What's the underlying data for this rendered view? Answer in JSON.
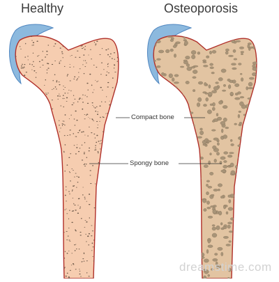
{
  "titles": {
    "healthy": "Healthy",
    "osteoporosis": "Osteoporosis"
  },
  "labels": {
    "compact_bone": "Compact bone",
    "spongy_bone": "Spongy bone"
  },
  "watermark": "dreamstime.com",
  "colors": {
    "bone_fill": "#f6cdb0",
    "bone_outline": "#b0302a",
    "cartilage": "#8cb9de",
    "cartilage_edge": "#4f86c0",
    "healthy_pores": "#6e5a4a",
    "osteoporosis_fill": "#e2c4a2",
    "osteoporosis_pores": "#a89478",
    "leader_line": "#333333"
  }
}
